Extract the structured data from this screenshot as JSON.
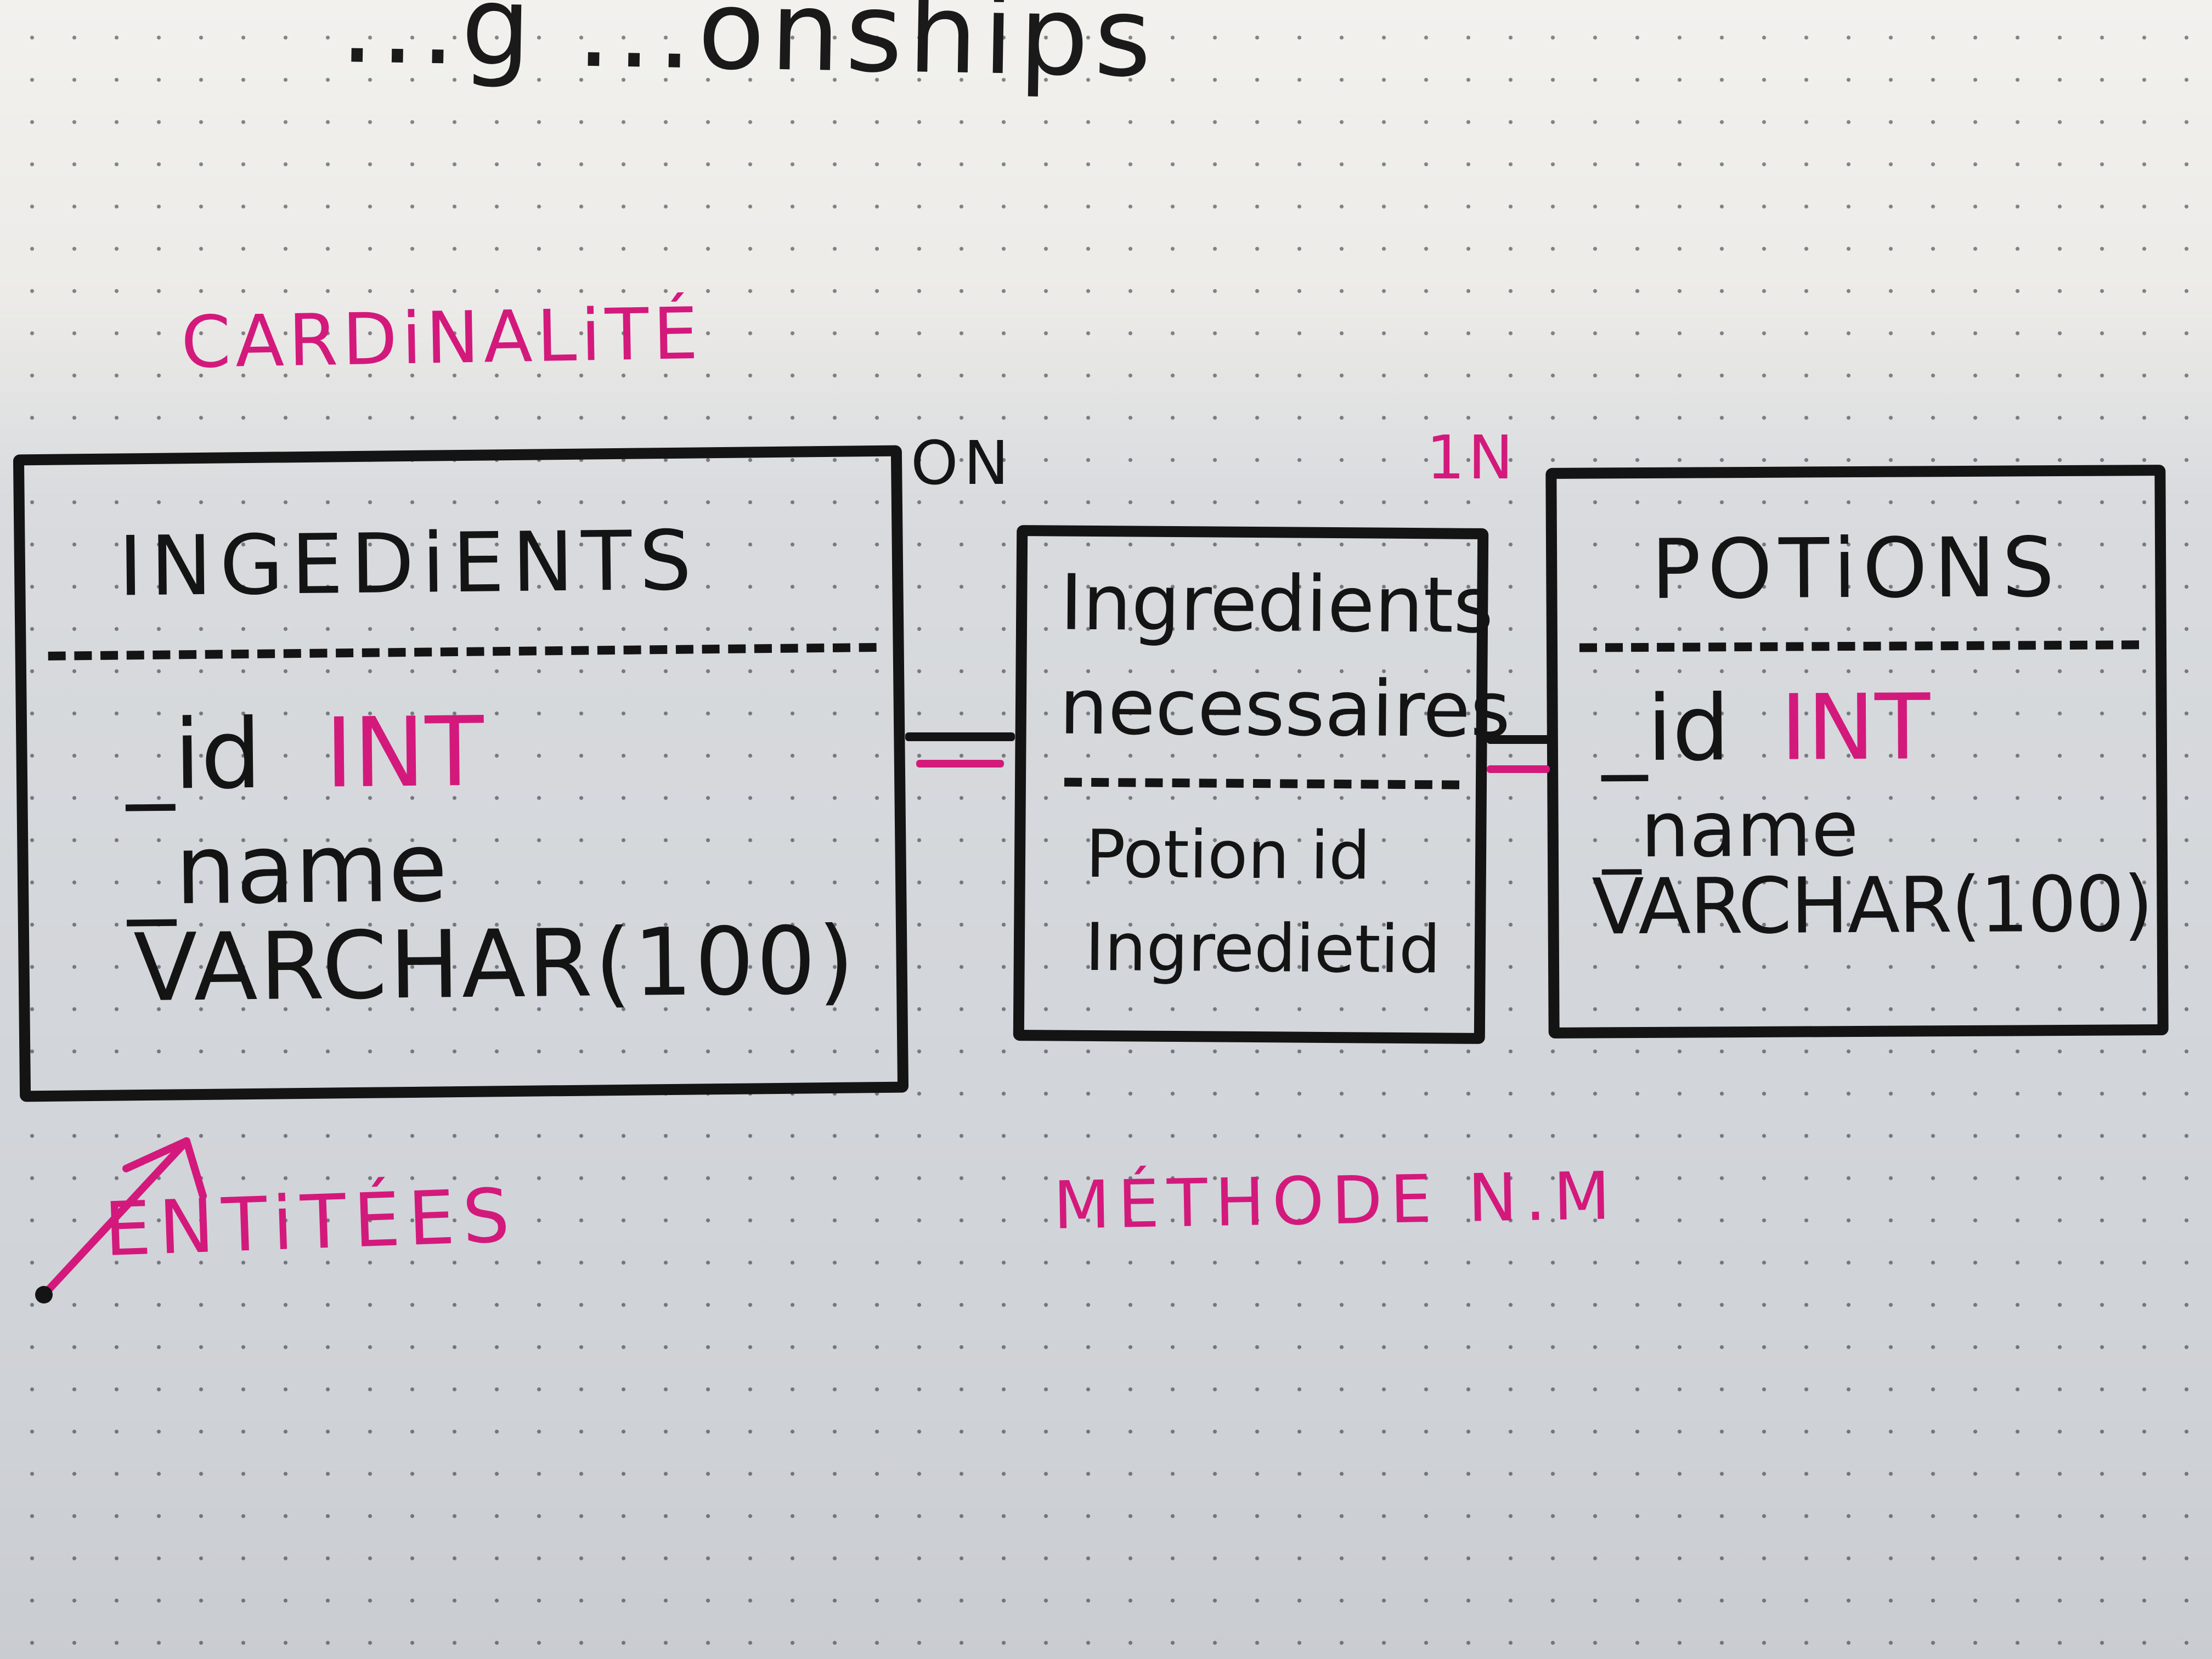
{
  "top_text": "...g ...onships",
  "cardinality_label": "CARDiNALiTÉ",
  "card_left": "ON",
  "card_right": "1N",
  "entities": {
    "ingredients": {
      "title": "INGEDiENTS",
      "id_attr": "_id",
      "id_type": "INT",
      "name_attr": "_name",
      "name_type": "VARCHAR(100)"
    },
    "association": {
      "title_line1": "Ingredients",
      "title_line2": "necessaires",
      "field1": "Potion id",
      "field2": "Ingredietid"
    },
    "potions": {
      "title": "POTiONS",
      "id_attr": "_id",
      "id_type": "INT",
      "name_attr": "_name",
      "name_type": "VARCHAR(100)"
    }
  },
  "entities_label": "ENTiTÉES",
  "method_label": "MÉTHODE N.M",
  "colors": {
    "ink": "#141414",
    "accent": "#d4197c",
    "paper": "#dcdee1"
  },
  "icons": [
    "arrow-icon"
  ]
}
